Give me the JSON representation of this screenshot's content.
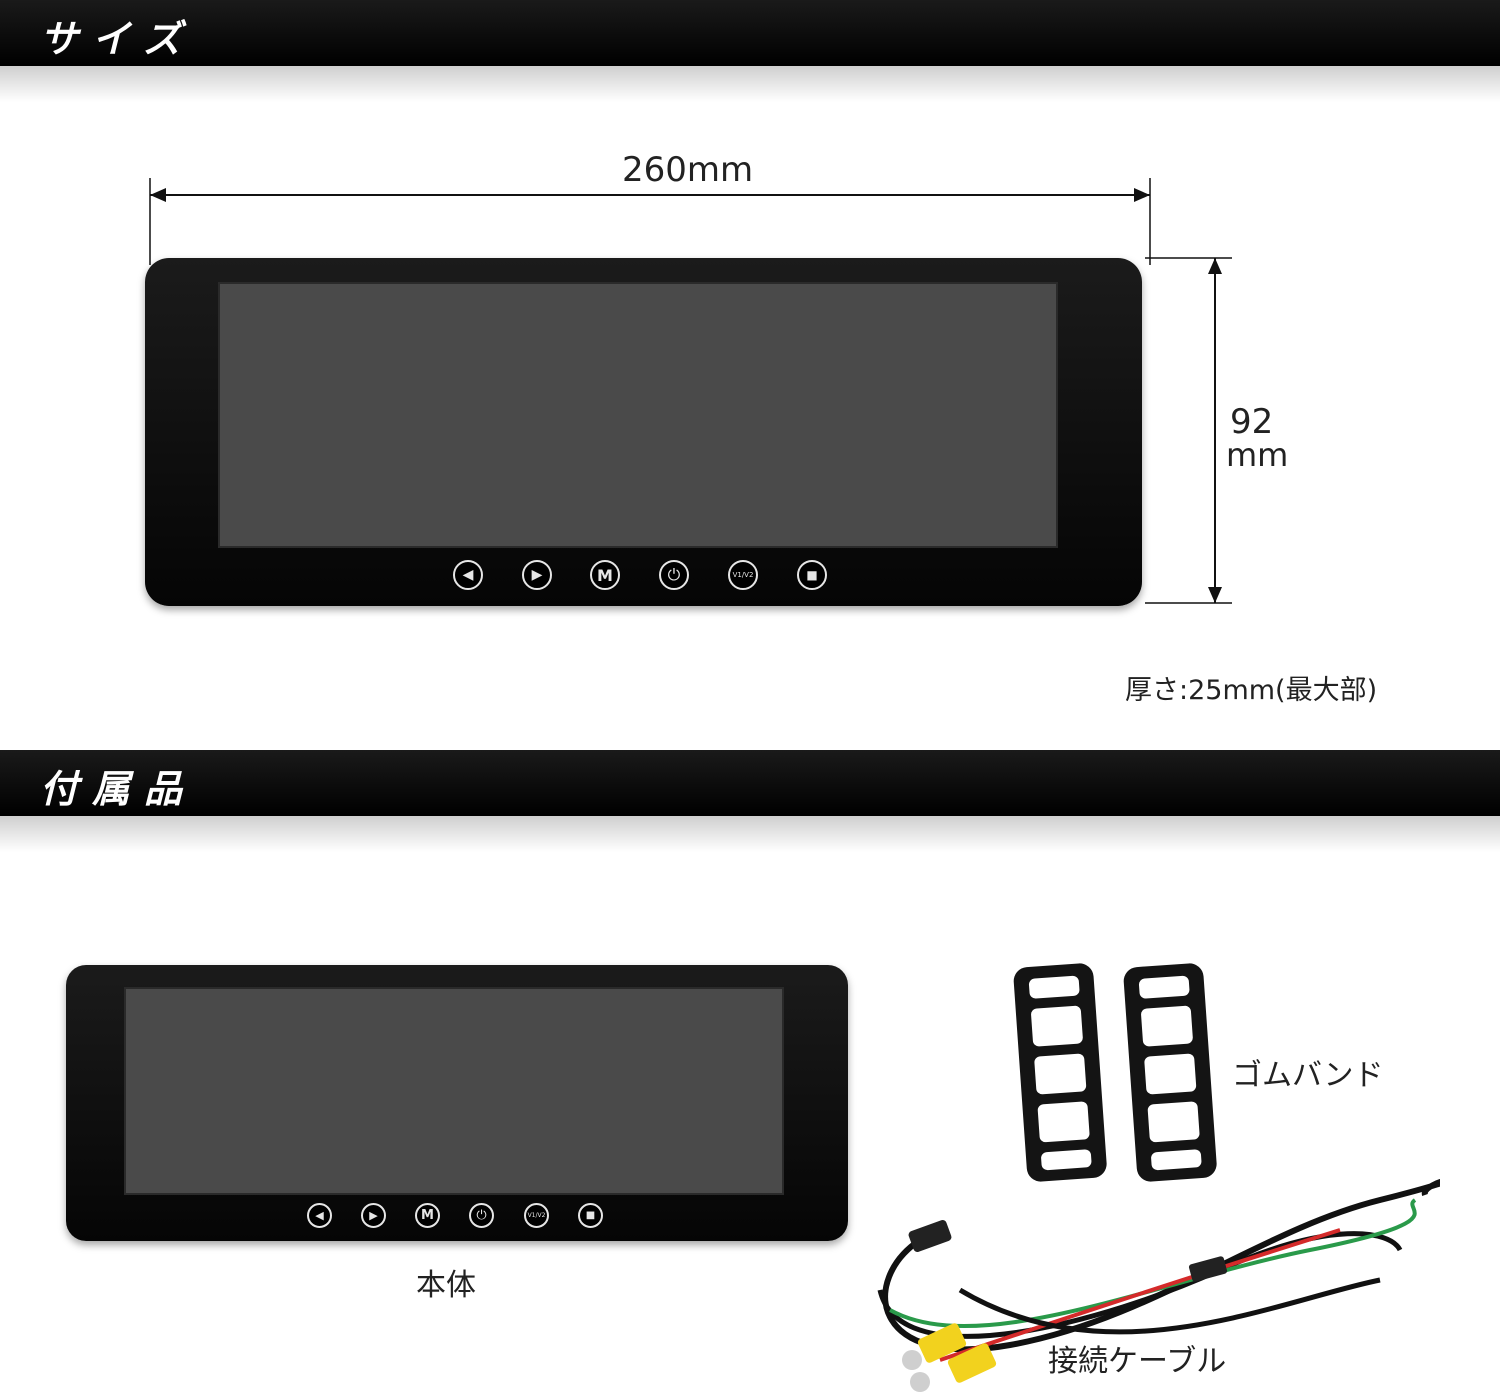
{
  "sections": {
    "size_title": "サイズ",
    "accessories_title": "付属品"
  },
  "dimensions": {
    "width": "260mm",
    "height_value": "92",
    "height_unit": "mm",
    "thickness": "厚さ:25mm(最大部)"
  },
  "monitor_buttons": {
    "vv_label": "V1/V2"
  },
  "accessories": {
    "body_label": "本体",
    "band_label": "ゴムバンド",
    "cable_label": "接続ケーブル"
  },
  "colors": {
    "header_bg": "#000000",
    "header_text": "#ffffff",
    "screen": "#4a4a4a",
    "cable_red": "#d42a2a",
    "cable_green": "#2a9a4a",
    "rca_yellow": "#f2d21e"
  },
  "icons": [
    "left-arrow-icon",
    "right-arrow-icon",
    "m-icon",
    "power-icon",
    "v1v2-icon",
    "stop-icon"
  ]
}
